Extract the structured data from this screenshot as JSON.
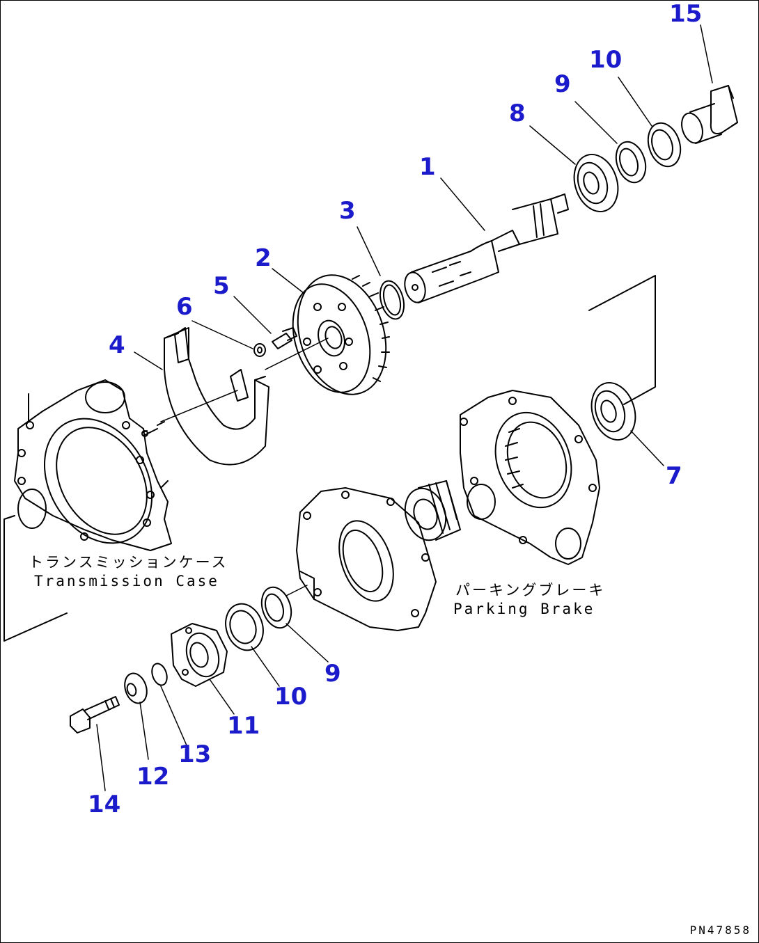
{
  "colors": {
    "callout": "#1b1bcc",
    "line": "#000000"
  },
  "callouts": {
    "c1": "1",
    "c2": "2",
    "c3": "3",
    "c4": "4",
    "c5": "5",
    "c6": "6",
    "c7": "7",
    "c8": "8",
    "c9a": "9",
    "c9b": "9",
    "c10a": "10",
    "c10b": "10",
    "c11": "11",
    "c12": "12",
    "c13": "13",
    "c14": "14",
    "c15": "15"
  },
  "labels": {
    "transmission_jp": "トランスミッションケース",
    "transmission_en": "Transmission Case",
    "parking_jp": "パーキングブレーキ",
    "parking_en": "Parking Brake"
  },
  "drawing_code": "PN47858"
}
